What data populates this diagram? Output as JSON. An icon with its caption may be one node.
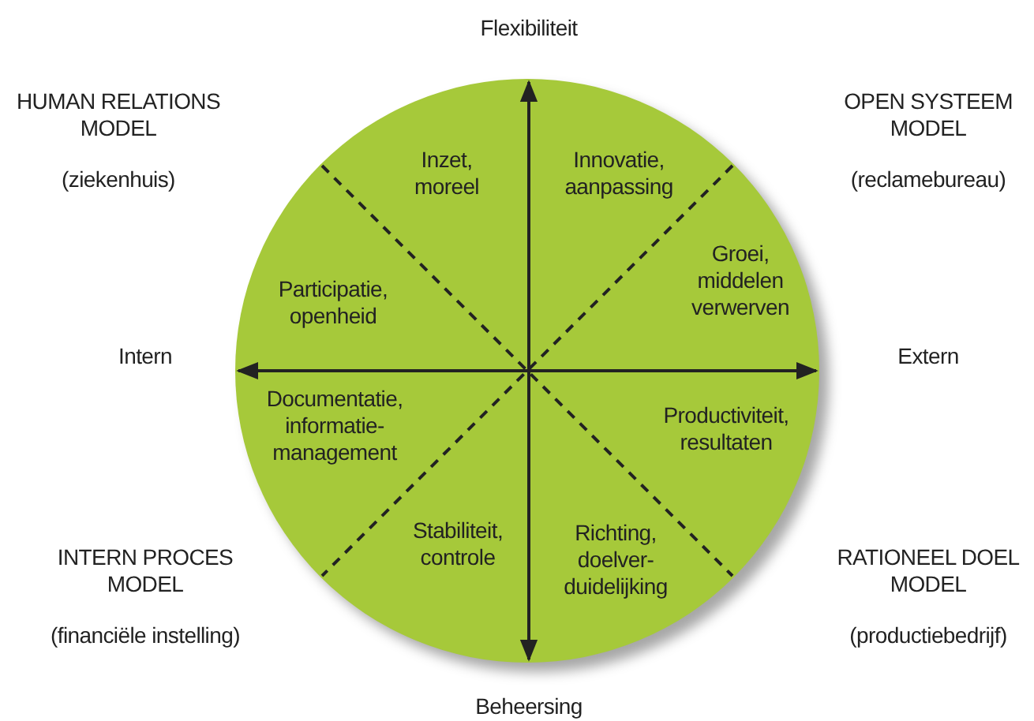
{
  "diagram": {
    "nodes": [
      {
        "text": [
          "Inzet, moreel",
          "Innovatie, aanpassing",
          "Participatie, openheid",
          "Groei, middelen verwerven",
          "Documentatie, informatie-management",
          "Productiviteit, resultaten",
          "Stabiliteit, controle",
          "Richting, doelver-duidelijking"
        ]
      }
    ],
    "labels": [
      "Flexibiliteit",
      "HUMAN RELATIONS MODEL",
      "(ziekenhuis)",
      "OPEN SYSTEEM MODEL",
      "(reclamebureau)",
      "Intern",
      "Extern",
      "INTERN PROCES MODEL",
      "(financiële instelling)",
      "RATIONEEL DOEL MODEL",
      "(productiebedrijf)",
      "Beheersing"
    ]
  }
}
